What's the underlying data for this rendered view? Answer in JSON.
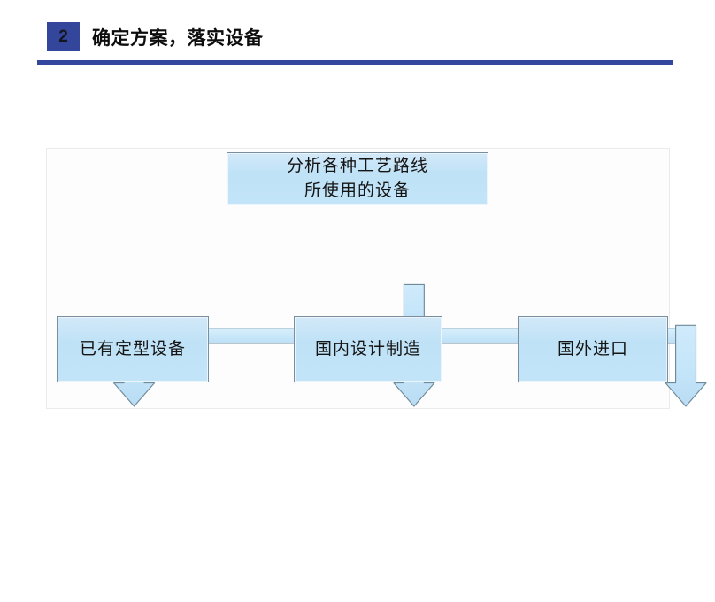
{
  "header": {
    "step_number": "2",
    "title": "确定方案，落实设备",
    "badge_color": "#34469c",
    "rule_color": "#33479e"
  },
  "diagram": {
    "type": "flowchart",
    "orientation": "top-down",
    "box_fill_color": "#c3e4f8",
    "box_border_color": "#7a8e9e",
    "connector_fill_color": "#cbe8fa",
    "connector_border_color": "#6f8a9b",
    "nodes": [
      {
        "id": "root",
        "label": "分析各种工艺路线\n所使用的设备",
        "level": 0
      },
      {
        "id": "existing",
        "label": "已有定型设备",
        "level": 1
      },
      {
        "id": "domestic",
        "label": "国内设计制造",
        "level": 1
      },
      {
        "id": "import",
        "label": "国外进口",
        "level": 1
      }
    ],
    "edges": [
      {
        "from": "root",
        "to": "existing"
      },
      {
        "from": "root",
        "to": "domestic"
      },
      {
        "from": "root",
        "to": "import"
      }
    ]
  }
}
